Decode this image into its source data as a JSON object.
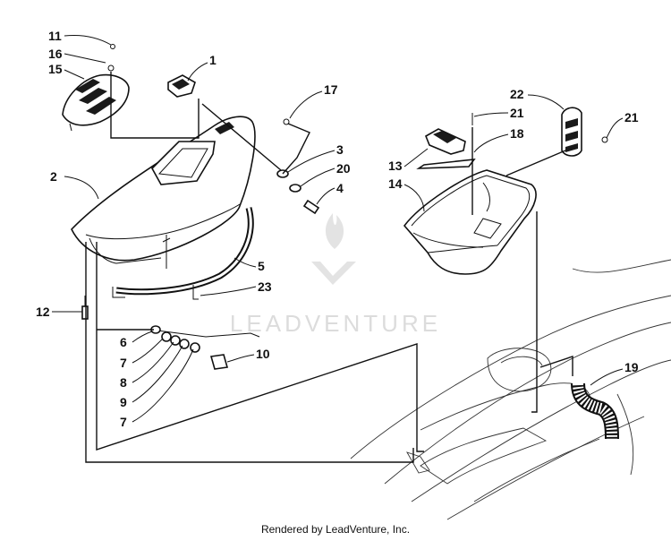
{
  "watermark": {
    "text": "LEADVENTURE",
    "color": "#d9d9d9"
  },
  "footer": {
    "text": "Rendered by LeadVenture, Inc."
  },
  "callouts": {
    "c1": "1",
    "c2": "2",
    "c3": "3",
    "c4": "4",
    "c5": "5",
    "c6": "6",
    "c7a": "7",
    "c7b": "7",
    "c8": "8",
    "c9": "9",
    "c10": "10",
    "c11": "11",
    "c12": "12",
    "c13": "13",
    "c14": "14",
    "c15": "15",
    "c16": "16",
    "c17": "17",
    "c18": "18",
    "c19": "19",
    "c20": "20",
    "c21a": "21",
    "c21b": "21",
    "c22": "22",
    "c23": "23"
  }
}
